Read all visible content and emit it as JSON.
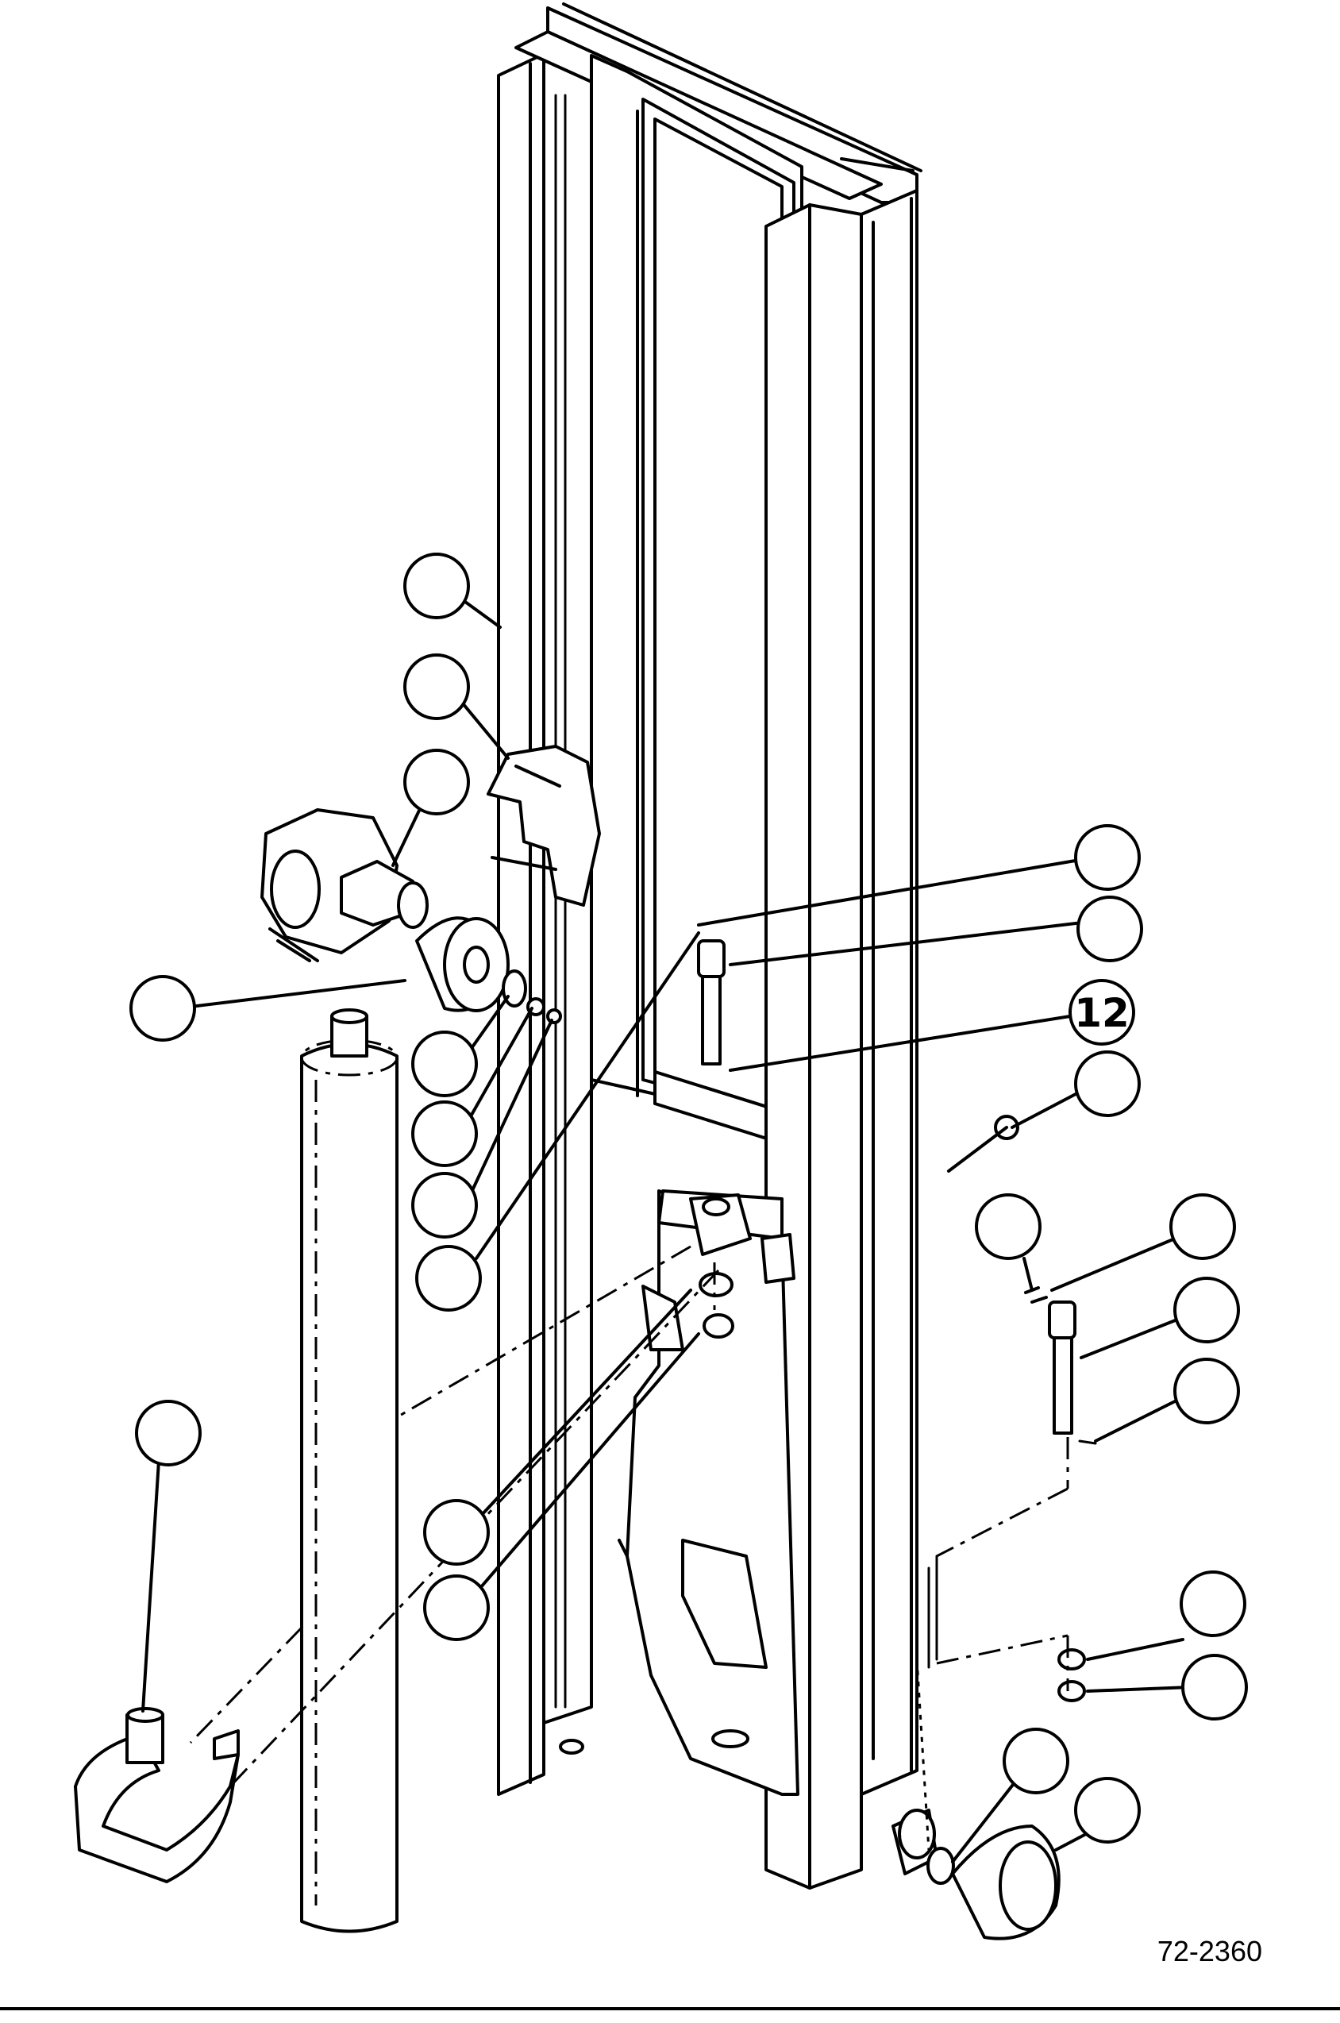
{
  "figure": {
    "id_label": "72-2360"
  },
  "callouts": [
    {
      "key": "c1",
      "label": ""
    },
    {
      "key": "c2",
      "label": ""
    },
    {
      "key": "c3",
      "label": ""
    },
    {
      "key": "c4",
      "label": ""
    },
    {
      "key": "c5",
      "label": ""
    },
    {
      "key": "c6",
      "label": ""
    },
    {
      "key": "c7",
      "label": ""
    },
    {
      "key": "c8",
      "label": ""
    },
    {
      "key": "c9",
      "label": ""
    },
    {
      "key": "c10",
      "label": ""
    },
    {
      "key": "c11",
      "label": "12"
    },
    {
      "key": "c12",
      "label": ""
    },
    {
      "key": "c13",
      "label": ""
    },
    {
      "key": "c14",
      "label": ""
    },
    {
      "key": "c15",
      "label": ""
    },
    {
      "key": "c16",
      "label": ""
    },
    {
      "key": "c17",
      "label": ""
    },
    {
      "key": "c18",
      "label": ""
    },
    {
      "key": "c19",
      "label": ""
    },
    {
      "key": "c20",
      "label": ""
    },
    {
      "key": "c21",
      "label": ""
    },
    {
      "key": "c22",
      "label": ""
    },
    {
      "key": "c23",
      "label": ""
    },
    {
      "key": "c24",
      "label": ""
    }
  ]
}
